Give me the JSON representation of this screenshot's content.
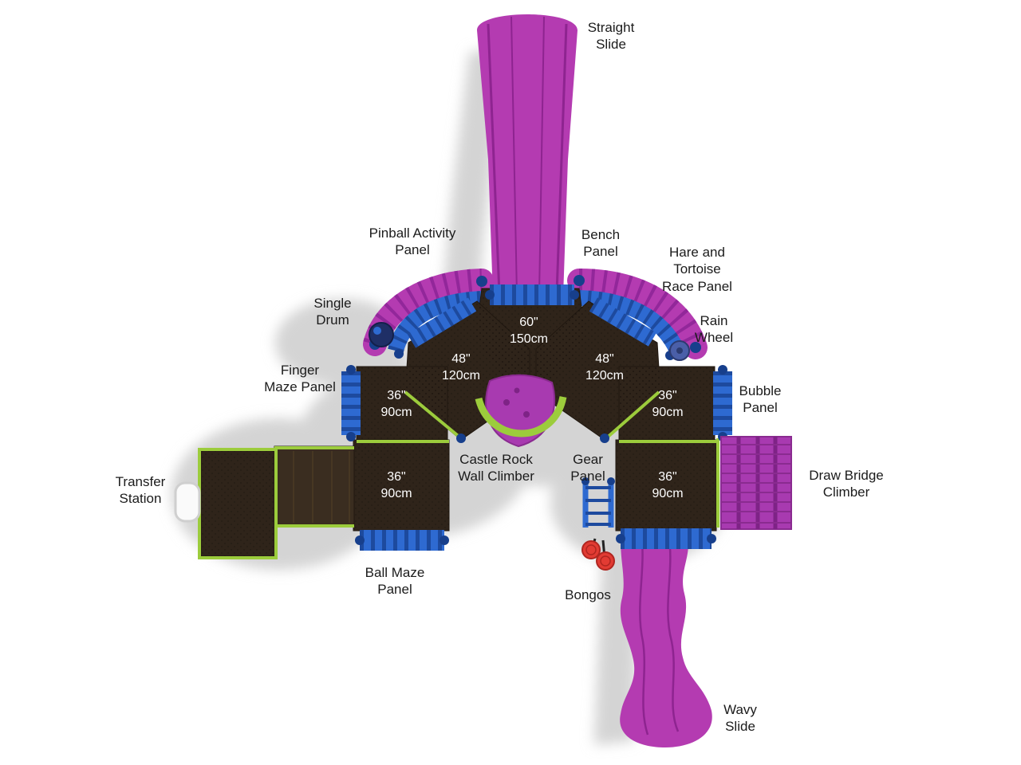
{
  "figure": {
    "type": "playground-structure-top-view",
    "background": "#ffffff"
  },
  "colors": {
    "slide_magenta": "#b43bb1",
    "slide_ridge": "#8e2490",
    "deck_brown": "#2f241a",
    "panel_blue": "#2e6ad1",
    "panel_blue_dark": "#1d4a9e",
    "clamp_blue": "#173f8c",
    "accent_green": "#9ccc3c",
    "climber_purple": "#a83ab0",
    "bongo_red": "#e23b33",
    "shadow_gray": "#d4d4d4",
    "label_text": "#1b1b1b",
    "deck_text": "#ffffff"
  },
  "labels": {
    "straight_slide": "Straight\nSlide",
    "pinball": "Pinball Activity\nPanel",
    "bench": "Bench\nPanel",
    "hare_tortoise": "Hare and\nTortoise\nRace Panel",
    "single_drum": "Single\nDrum",
    "rain_wheel": "Rain\nWheel",
    "finger_maze": "Finger\nMaze Panel",
    "bubble": "Bubble\nPanel",
    "transfer_station": "Transfer\nStation",
    "castle_rock": "Castle Rock\nWall Climber",
    "gear": "Gear\nPanel",
    "draw_bridge": "Draw Bridge\nClimber",
    "ball_maze": "Ball Maze\nPanel",
    "bongos": "Bongos",
    "wavy_slide": "Wavy\nSlide"
  },
  "deck_sizes": {
    "d60": "60\"\n150cm",
    "d48_left": "48\"\n120cm",
    "d48_right": "48\"\n120cm",
    "d36_upper_left": "36\"\n90cm",
    "d36_upper_right": "36\"\n90cm",
    "d36_lower_left": "36\"\n90cm",
    "d36_lower_right": "36\"\n90cm"
  }
}
